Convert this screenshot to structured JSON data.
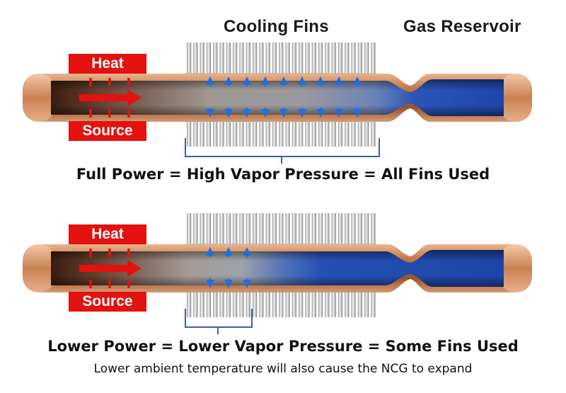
{
  "labels": {
    "cooling_fins": "Cooling Fins",
    "gas_reservoir": "Gas Reservoir"
  },
  "panels": [
    {
      "heat_label": "Heat",
      "source_label": "Source",
      "caption": "Full Power = High Vapor Pressure = All Fins Used",
      "active_arrow_count": 9
    },
    {
      "heat_label": "Heat",
      "source_label": "Source",
      "caption": "Lower Power = Lower Vapor Pressure = Some Fins Used",
      "active_arrow_count": 3
    }
  ],
  "note": "Lower ambient temperature will also cause the NCG to expand",
  "colors": {
    "heat": "#e3120e",
    "copper": "#b8693a",
    "gas": "#1a4fb5",
    "fin": "#cfcfcf",
    "bracket": "#3a5fb0",
    "arrow": "#1e6fe0"
  }
}
